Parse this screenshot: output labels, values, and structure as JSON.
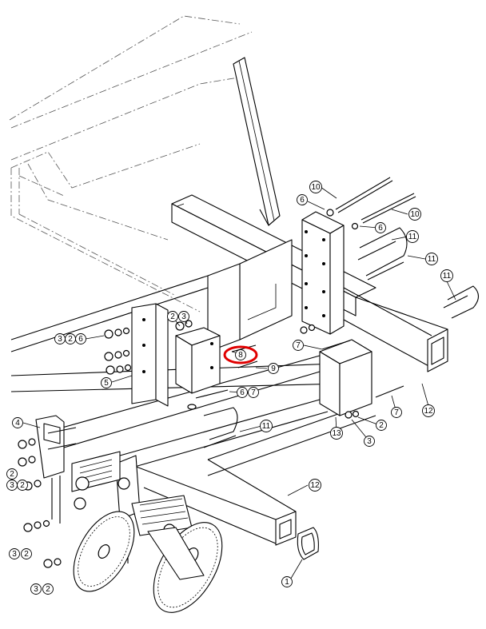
{
  "diagram": {
    "highlight_color": "#e00000",
    "highlighted_callout": "8",
    "callouts": [
      {
        "id": "c-10a",
        "label": "10"
      },
      {
        "id": "c-10b",
        "label": "10"
      },
      {
        "id": "c-6a",
        "label": "6"
      },
      {
        "id": "c-6b",
        "label": "6"
      },
      {
        "id": "c-11a",
        "label": "11"
      },
      {
        "id": "c-11b",
        "label": "11"
      },
      {
        "id": "c-11c",
        "label": "11"
      },
      {
        "id": "c-2a",
        "label": "2"
      },
      {
        "id": "c-3a",
        "label": "3"
      },
      {
        "id": "c-3b",
        "label": "3"
      },
      {
        "id": "c-2b",
        "label": "2"
      },
      {
        "id": "c-6c",
        "label": "6"
      },
      {
        "id": "c-7a",
        "label": "7"
      },
      {
        "id": "c-8",
        "label": "8"
      },
      {
        "id": "c-9",
        "label": "9"
      },
      {
        "id": "c-5",
        "label": "5"
      },
      {
        "id": "c-6d",
        "label": "6"
      },
      {
        "id": "c-7b",
        "label": "7"
      },
      {
        "id": "c-12a",
        "label": "12"
      },
      {
        "id": "c-7c",
        "label": "7"
      },
      {
        "id": "c-2c",
        "label": "2"
      },
      {
        "id": "c-13",
        "label": "13"
      },
      {
        "id": "c-3c",
        "label": "3"
      },
      {
        "id": "c-4",
        "label": "4"
      },
      {
        "id": "c-11d",
        "label": "11"
      },
      {
        "id": "c-2d",
        "label": "2"
      },
      {
        "id": "c-3d",
        "label": "3"
      },
      {
        "id": "c-2e",
        "label": "2"
      },
      {
        "id": "c-12b",
        "label": "12"
      },
      {
        "id": "c-3e",
        "label": "3"
      },
      {
        "id": "c-2f",
        "label": "2"
      },
      {
        "id": "c-3f",
        "label": "3"
      },
      {
        "id": "c-2g",
        "label": "2"
      },
      {
        "id": "c-1",
        "label": "1"
      }
    ]
  }
}
